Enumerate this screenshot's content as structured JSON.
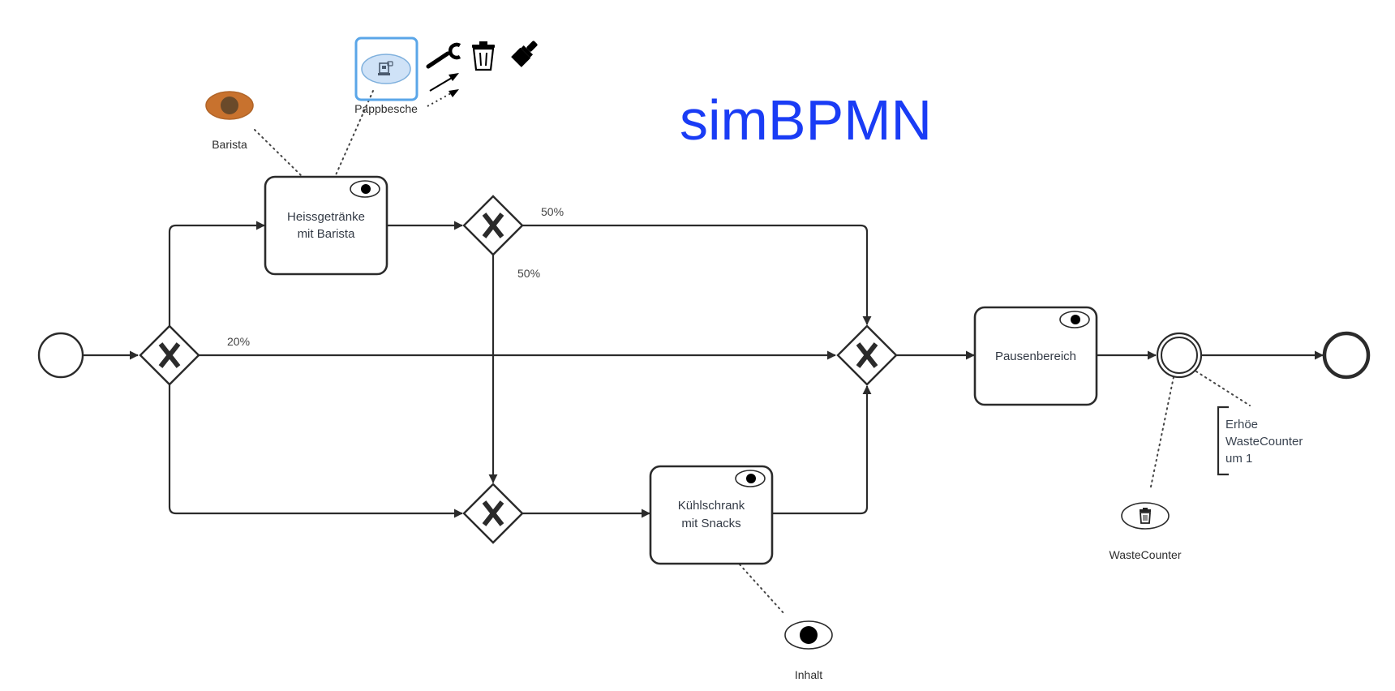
{
  "title": "simBPMN",
  "colors": {
    "title": "#1a3cf5",
    "line": "#2b2b2b",
    "selection": "#5aa6e8",
    "barista_resource_fill": "#c8722e",
    "barista_resource_core": "#6a4a2a",
    "data_object_fill": "#cfe2f7"
  },
  "events": {
    "start": {
      "type": "start-event"
    },
    "intermediate": {
      "type": "intermediate-throw-event"
    },
    "end": {
      "type": "end-event"
    }
  },
  "tasks": [
    {
      "id": "task-heissgetraenke",
      "lines": [
        "Heissgetränke",
        "mit Barista"
      ],
      "marker": "eye-icon"
    },
    {
      "id": "task-kuehlschrank",
      "lines": [
        "Kühlschrank",
        "mit Snacks"
      ],
      "marker": "eye-icon"
    },
    {
      "id": "task-pausenbereich",
      "lines": [
        "Pausenbereich"
      ],
      "marker": "eye-icon"
    }
  ],
  "gateways": [
    {
      "id": "gateway-split-main",
      "type": "exclusive"
    },
    {
      "id": "gateway-split-drinks",
      "type": "exclusive"
    },
    {
      "id": "gateway-merge-lower",
      "type": "exclusive"
    },
    {
      "id": "gateway-merge-main",
      "type": "exclusive"
    }
  ],
  "flow_labels": {
    "direct_break": "20%",
    "drinks_to_break": "50%",
    "drinks_to_fridge": "50%"
  },
  "resources": {
    "barista": {
      "label": "Barista",
      "icon": "eye-icon"
    },
    "pappbecher": {
      "label": "Pappbesche",
      "icon": "cup-dispenser-icon",
      "selected": true
    },
    "inhalt": {
      "label": "Inhalt",
      "icon": "eye-icon"
    },
    "waste_counter": {
      "label": "WasteCounter",
      "icon": "trash-icon"
    }
  },
  "annotation": {
    "lines": [
      "Erhöe",
      "WasteCounter",
      "um 1"
    ]
  },
  "context_pad": [
    {
      "name": "wrench-icon",
      "action": "Change type"
    },
    {
      "name": "trash-icon",
      "action": "Delete"
    },
    {
      "name": "paintbrush-icon",
      "action": "Set color"
    },
    {
      "name": "connect-arrow-icon",
      "action": "Connect"
    }
  ]
}
